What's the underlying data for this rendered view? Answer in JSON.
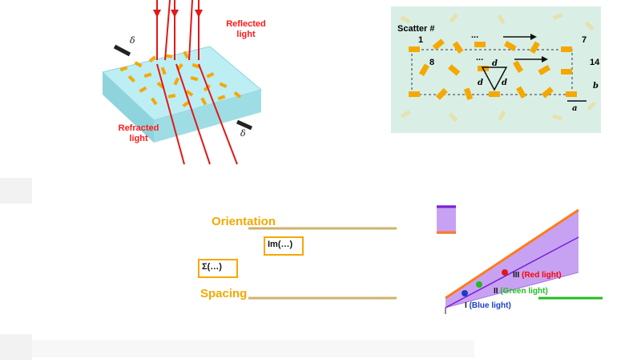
{
  "panel_a": {
    "reflected_label": "Reflected\nlight",
    "refracted_label": "Refracted\nlight",
    "angle_symbol": "δ"
  },
  "inset": {
    "title": "Scatter #",
    "num_1": "1",
    "num_7": "7",
    "num_8": "8",
    "num_14": "14",
    "ellipsis": "...",
    "d_label": "d",
    "a_label": "a",
    "b_label": "b"
  },
  "panel_b": {
    "orientation_label": "Orientation",
    "spacing_label": "Spacing",
    "phase_box_1": "Im(…)",
    "phase_box_2": "Σ(…)"
  },
  "panel_c": {
    "legend_3": "III",
    "legend_3_text": "(Red light)",
    "legend_2": "II",
    "legend_2_text": "(Green light)",
    "legend_1": "I",
    "legend_1_text": "(Blue light)",
    "colors": {
      "red": "#ff0000",
      "green": "#22bb22",
      "blue": "#1a3cc8",
      "orange": "#ff7a1a",
      "purple": "#7a1fd6",
      "lilac": "#c8a2f2"
    }
  },
  "colors": {
    "glass": "#a8e4ec",
    "scatter": "#f5a800",
    "inset_bg": "#d9efe6",
    "gold_line": "#cfb36a"
  }
}
